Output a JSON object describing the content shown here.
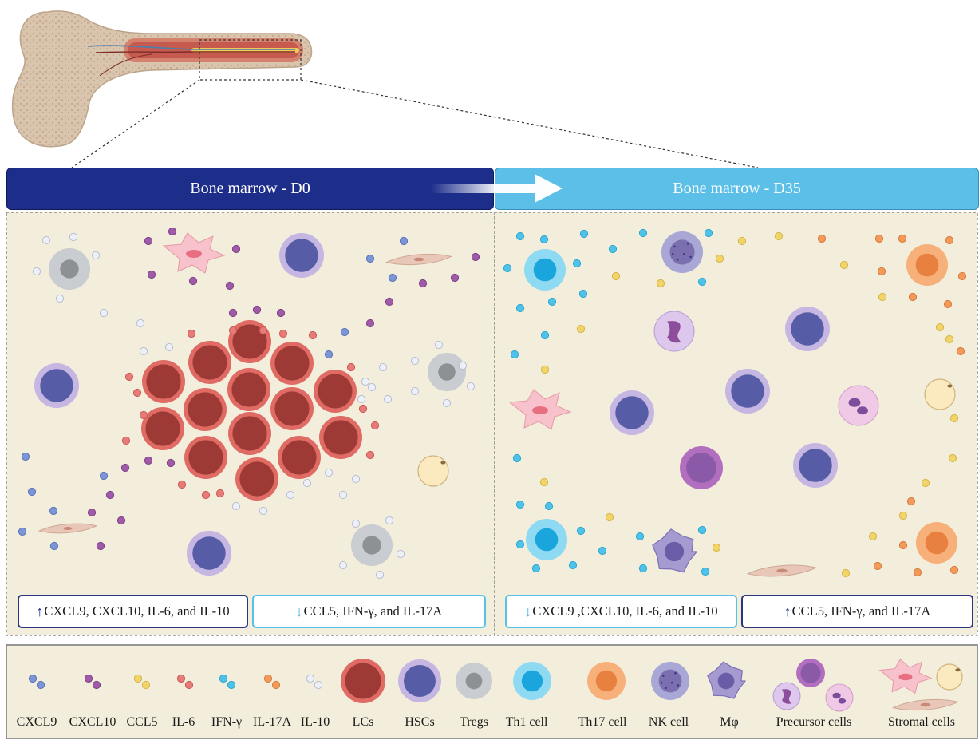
{
  "banners": {
    "d0": "Bone marrow - D0",
    "d35": "Bone marrow - D35"
  },
  "notes": {
    "d0_up": {
      "arrow": "↑",
      "text": "CXCL9, CXCL10, IL-6, and IL-10"
    },
    "d0_down": {
      "arrow": "↓",
      "text": "CCL5, IFN-γ, and IL-17A"
    },
    "d35_down": {
      "arrow": "↓",
      "text": "CXCL9 ,CXCL10, IL-6, and IL-10"
    },
    "d35_up": {
      "arrow": "↑",
      "text": "CCL5, IFN-γ, and IL-17A"
    }
  },
  "legend": [
    {
      "key": "cxcl9",
      "label": "CXCL9",
      "color": "#7c95d6"
    },
    {
      "key": "cxcl10",
      "label": "CXCL10",
      "color": "#a05aa8"
    },
    {
      "key": "ccl5",
      "label": "CCL5",
      "color": "#f1d46a"
    },
    {
      "key": "il6",
      "label": "IL-6",
      "color": "#e87b78"
    },
    {
      "key": "ifng",
      "label": "IFN-γ",
      "color": "#4dc3ea"
    },
    {
      "key": "il17a",
      "label": "IL-17A",
      "color": "#f39a5a"
    },
    {
      "key": "il10",
      "label": "IL-10",
      "color": "#eef0f8"
    },
    {
      "key": "lcs",
      "label": "LCs",
      "color": "#9e3a35"
    },
    {
      "key": "hscs",
      "label": "HSCs",
      "color": "#5a5fa8"
    },
    {
      "key": "tregs",
      "label": "Tregs",
      "color": "#a0a3a6"
    },
    {
      "key": "th1",
      "label": "Th1 cell",
      "color": "#1aa5dc"
    },
    {
      "key": "th17",
      "label": "Th17 cell",
      "color": "#f08a4a"
    },
    {
      "key": "nk",
      "label": "NK cell",
      "color": "#7f7fc0"
    },
    {
      "key": "mphi",
      "label": "Mφ",
      "color": "#8d80bf"
    },
    {
      "key": "precursor",
      "label": "Precursor cells",
      "color": "#a66fb5"
    },
    {
      "key": "stromal",
      "label": "Stromal cells",
      "color": "#f4b8c0"
    }
  ]
}
